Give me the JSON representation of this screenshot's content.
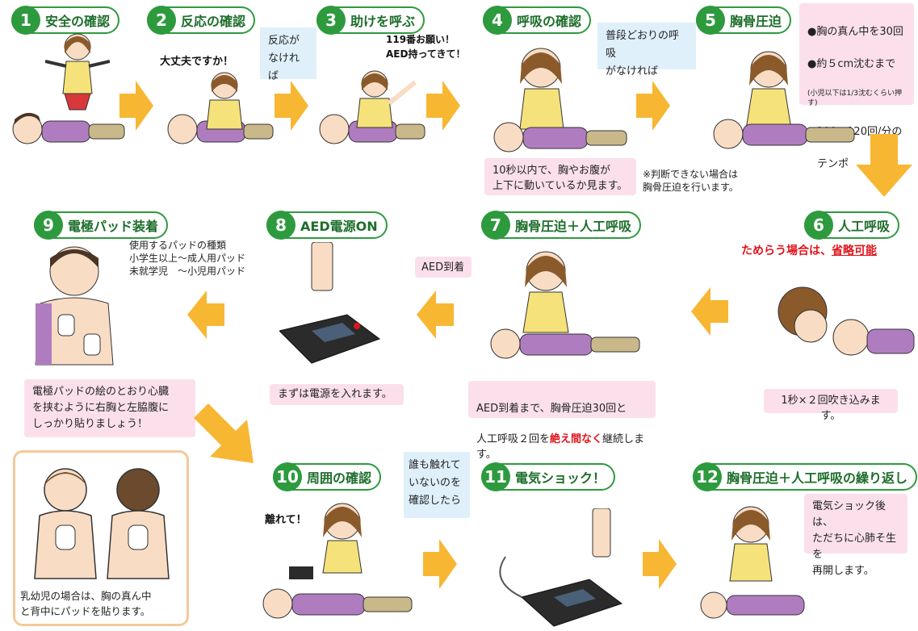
{
  "steps": [
    {
      "num": "1",
      "title": "安全の確認"
    },
    {
      "num": "2",
      "title": "反応の確認"
    },
    {
      "num": "3",
      "title": "助けを呼ぶ"
    },
    {
      "num": "4",
      "title": "呼吸の確認"
    },
    {
      "num": "5",
      "title": "胸骨圧迫"
    },
    {
      "num": "6",
      "title": "人工呼吸"
    },
    {
      "num": "7",
      "title": "胸骨圧迫＋人工呼吸"
    },
    {
      "num": "8",
      "title": "AED電源ON"
    },
    {
      "num": "9",
      "title": "電極パッド装着"
    },
    {
      "num": "10",
      "title": "周囲の確認"
    },
    {
      "num": "11",
      "title": "電気ショック！"
    },
    {
      "num": "12",
      "title": "胸骨圧迫＋人工呼吸の繰り返し"
    }
  ],
  "notes": {
    "s2_cond": "反応が\nなければ",
    "s2_speech": "大丈夫ですか！",
    "s3_speech": "119番お願い！\nAED持ってきて！",
    "s4_cond": "普段どおりの呼吸\nがなければ",
    "s4_check": "10秒以内で、胸やお腹が\n上下に動いているか見ます。",
    "s4_note": "※判断できない場合は\n胸骨圧迫を行います。",
    "s5_bullet1": "●胸の真ん中を30回",
    "s5_bullet2": "●約５cm沈むまで",
    "s5_bullet2_sub": "(小児以下は1/3沈むくらい押す)",
    "s5_bullet3": "●100〜120回/分の",
    "s5_bullet3_cont": "テンポ",
    "s6_warn_pre": "ためらう場合は、",
    "s6_warn_red": "省略可能",
    "s6_blow": "1秒×２回吹き込みます。",
    "s7_arrive": "AED到着",
    "s7_desc1": "AED到着まで、胸骨圧迫30回と",
    "s7_desc2_pre": "人工呼吸２回を",
    "s7_desc2_red": "絶え間なく",
    "s7_desc2_post": "継続します。",
    "s8_desc": "まずは電源を入れます。",
    "s9_types": "使用するパッドの種類\n小学生以上〜成人用パッド\n未就学児　〜小児用パッド",
    "s9_desc": "電極パッドの絵のとおり心臓\nを挟むように右胸と左脇腹に\nしっかり貼りましょう！",
    "s9_infant": "乳幼児の場合は、胸の真ん中\nと背中にパッドを貼ります。",
    "s10_speech": "離れて！",
    "s10_cond": "誰も触れて\nいないのを\n確認したら",
    "s12_desc": "電気ショック後は、\nただちに心肺そ生を\n再開します。"
  },
  "colors": {
    "green": "#2e9a3e",
    "arrow": "#f7b733",
    "pink": "#fbe0ec",
    "blue": "#dff0fb",
    "red": "#e0141b"
  }
}
